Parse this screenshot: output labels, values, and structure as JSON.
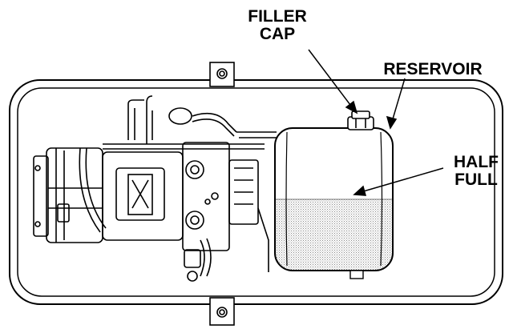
{
  "labels": {
    "filler_cap": {
      "line1": "FILLER",
      "line2": "CAP"
    },
    "reservoir": "RESERVOIR",
    "half_full": {
      "line1": "HALF",
      "line2": "FULL"
    }
  },
  "reservoir_fill_fraction": 0.5,
  "colors": {
    "line": "#000000",
    "background": "#ffffff",
    "fluid_stipple": "#9a9a9a"
  }
}
